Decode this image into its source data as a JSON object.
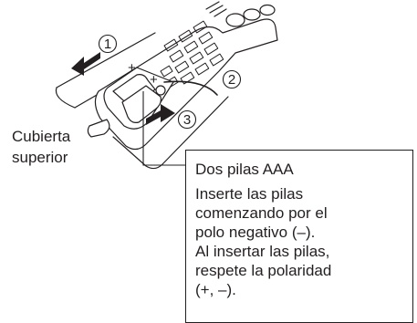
{
  "steps": {
    "one": "1",
    "two": "2",
    "three": "3"
  },
  "cover_label": {
    "line1": "Cubierta",
    "line2": "superior"
  },
  "battery_plus_sign": "+",
  "callout": {
    "title": "Dos pilas AAA",
    "lines": [
      "Inserte las pilas",
      "comenzando por el",
      "polo negativo (–).",
      "Al insertar las pilas,",
      "respete la polaridad",
      "(+, –)."
    ]
  },
  "colors": {
    "ink": "#231f20",
    "background": "#ffffff"
  }
}
